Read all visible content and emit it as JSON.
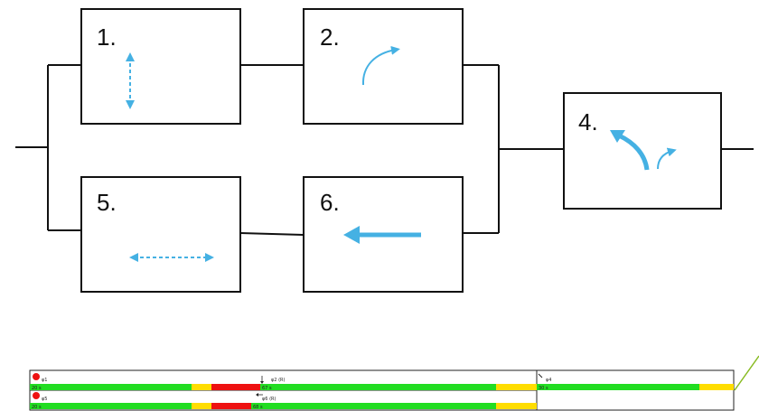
{
  "colors": {
    "arrow": "#45b1e3",
    "line": "#111111",
    "green": "#22dd22",
    "yellow": "#ffdd00",
    "red": "#ee1111",
    "diag": "#88bb22"
  },
  "phases": [
    {
      "number": "1.",
      "movement": "pedestrian-vertical",
      "icon": "double-arrow-vertical-dashed-icon"
    },
    {
      "number": "2.",
      "movement": "right-turn",
      "icon": "curved-arrow-right-icon"
    },
    {
      "number": "4.",
      "movement": "left-turn-and-right-turn",
      "icon": "left-turn-arrow-icon"
    },
    {
      "number": "5.",
      "movement": "pedestrian-horizontal",
      "icon": "double-arrow-horizontal-dashed-icon"
    },
    {
      "number": "6.",
      "movement": "through-left",
      "icon": "left-arrow-icon"
    }
  ],
  "timing": {
    "ring1": {
      "labels": {
        "p1": "φ1",
        "p2": "φ2 (R)",
        "p4": "φ4"
      },
      "durations": {
        "d1": "20 s",
        "d2": "67 s",
        "d4": "30 s"
      }
    },
    "ring2": {
      "labels": {
        "p5": "φ5",
        "p6": "φ6 (R)"
      },
      "durations": {
        "d5": "20 s",
        "d6": "68 s"
      }
    }
  }
}
